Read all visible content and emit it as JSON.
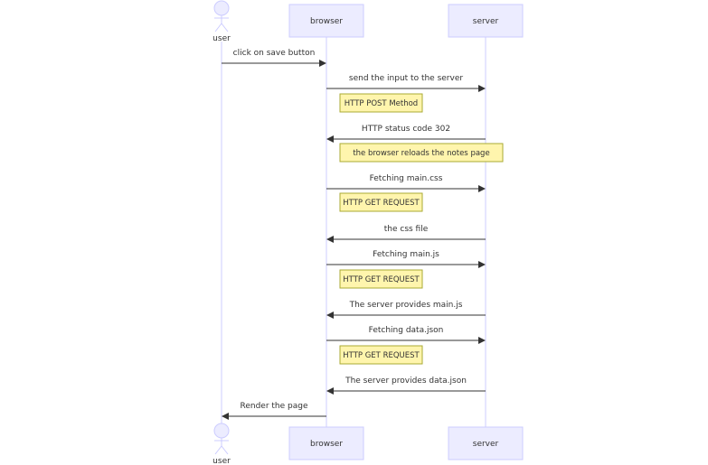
{
  "participants": [
    {
      "id": "user",
      "label": "user",
      "kind": "actor"
    },
    {
      "id": "browser",
      "label": "browser",
      "kind": "box"
    },
    {
      "id": "server",
      "label": "server",
      "kind": "box"
    }
  ],
  "steps": [
    {
      "type": "message",
      "from": "user",
      "to": "browser",
      "text": "click on save button"
    },
    {
      "type": "message",
      "from": "browser",
      "to": "server",
      "text": "send the input to the server"
    },
    {
      "type": "note",
      "over": "browser",
      "text": "HTTP POST Method"
    },
    {
      "type": "message",
      "from": "server",
      "to": "browser",
      "text": "HTTP status code 302"
    },
    {
      "type": "note",
      "over": "browser",
      "text": "the browser reloads the notes page"
    },
    {
      "type": "message",
      "from": "browser",
      "to": "server",
      "text": "Fetching main.css"
    },
    {
      "type": "note",
      "over": "browser",
      "text": "HTTP GET REQUEST"
    },
    {
      "type": "message",
      "from": "server",
      "to": "browser",
      "text": "the css file"
    },
    {
      "type": "message",
      "from": "browser",
      "to": "server",
      "text": "Fetching main.js"
    },
    {
      "type": "note",
      "over": "browser",
      "text": "HTTP GET REQUEST"
    },
    {
      "type": "message",
      "from": "server",
      "to": "browser",
      "text": "The server provides main.js"
    },
    {
      "type": "message",
      "from": "browser",
      "to": "server",
      "text": "Fetching data.json"
    },
    {
      "type": "note",
      "over": "browser",
      "text": "HTTP GET REQUEST"
    },
    {
      "type": "message",
      "from": "server",
      "to": "browser",
      "text": "The server provides data.json"
    },
    {
      "type": "message",
      "from": "browser",
      "to": "user",
      "text": "Render the page"
    }
  ],
  "colors": {
    "box_fill": "#ECECFF",
    "box_stroke": "#CCCCFF",
    "lifeline": "#CCCCFF",
    "arrow": "#333333",
    "note_fill": "#FFF5AD",
    "note_stroke": "#AAAA33",
    "text": "#333333"
  }
}
